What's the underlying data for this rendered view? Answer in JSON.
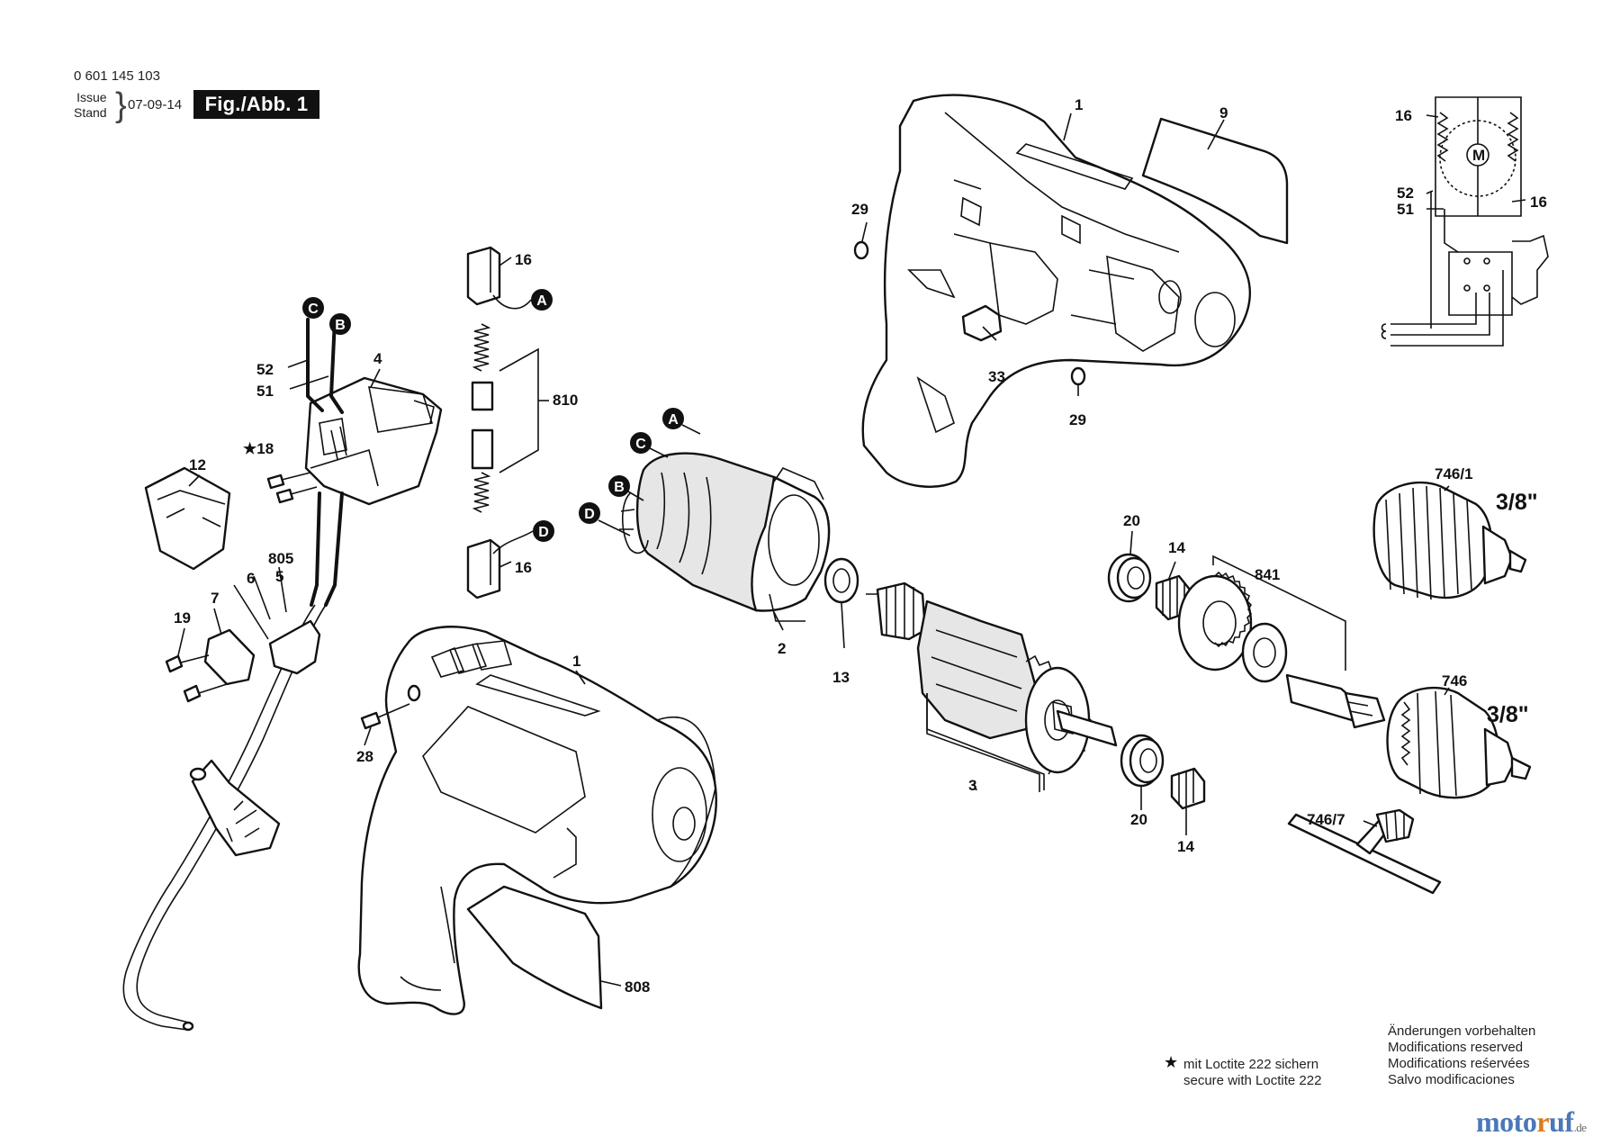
{
  "header": {
    "part_number": "0 601 145 103",
    "issue_label": "Issue",
    "stand_label": "Stand",
    "issue_date": "07-09-14",
    "figure_label": "Fig./Abb. 1"
  },
  "part_labels": {
    "p1_top": "1",
    "p9": "9",
    "p29_a": "29",
    "p29_b": "29",
    "p33": "33",
    "p16_a": "16",
    "p16_b": "16",
    "p810": "810",
    "p52": "52",
    "p51": "51",
    "p4": "4",
    "p18": "★18",
    "p12": "12",
    "p805": "805",
    "p5": "5",
    "p6": "6",
    "p7": "7",
    "p19": "19",
    "p2": "2",
    "p13": "13",
    "p3": "3",
    "p1_bottom": "1",
    "p28": "28",
    "p808": "808",
    "p20_a": "20",
    "p20_b": "20",
    "p14_a": "14",
    "p14_b": "14",
    "p841": "841",
    "p746_1": "746/1",
    "p746": "746",
    "p746_7": "746/7",
    "size_a": "3/8\"",
    "size_b": "3/8\"",
    "wd_16_left": "16",
    "wd_16_right": "16",
    "wd_52": "52",
    "wd_51": "51",
    "motor_symbol": "M"
  },
  "connectors": {
    "A": "A",
    "B": "B",
    "C": "C",
    "D": "D"
  },
  "notes": {
    "loctite_de": "mit Loctite 222 sichern",
    "loctite_en": "secure with Loctite 222",
    "mods": [
      "Änderungen vorbehalten",
      "Modifications reserved",
      "Modifications reśervées",
      "Salvo modificaciones"
    ]
  },
  "brand": {
    "part1": "moto",
    "part2": "r",
    "part3": "uf",
    "tld": ".de"
  }
}
